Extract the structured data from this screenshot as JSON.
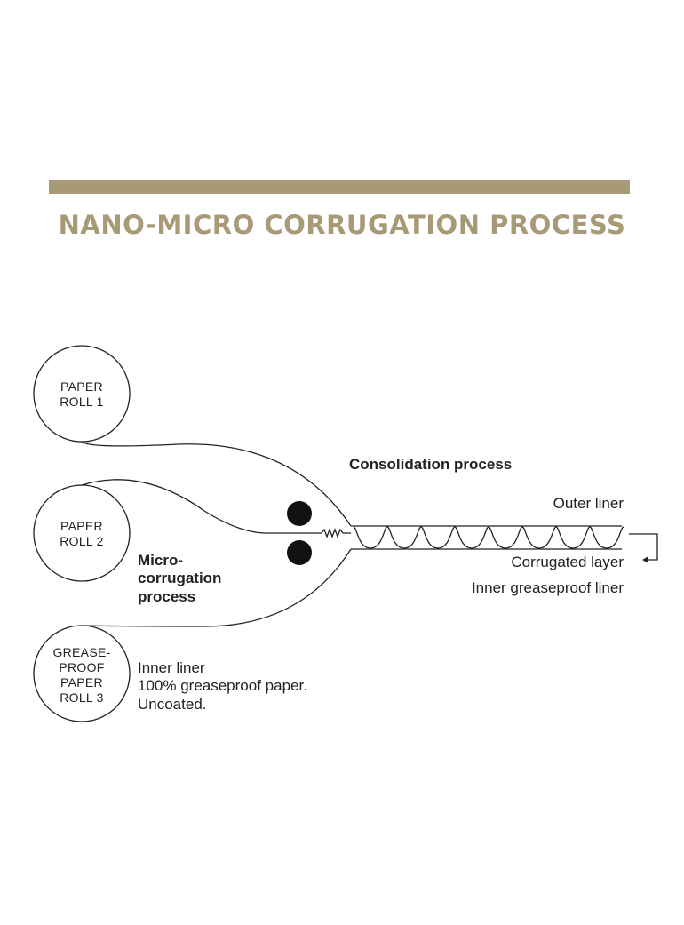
{
  "colors": {
    "accent": "#a89a76",
    "ink": "#222222"
  },
  "title": "NANO-MICRO CORRUGATION PROCESS",
  "rolls": [
    {
      "lines": [
        "PAPER",
        "ROLL 1"
      ]
    },
    {
      "lines": [
        "PAPER",
        "ROLL 2"
      ]
    },
    {
      "lines": [
        "GREASE-",
        "PROOF",
        "PAPER",
        "ROLL 3"
      ]
    }
  ],
  "labels": {
    "consolidation": "Consolidation process",
    "outer_liner": "Outer liner",
    "corrugated_layer": "Corrugated layer",
    "inner_greaseproof_liner": "Inner greaseproof liner",
    "micro": [
      "Micro-",
      "corrugation",
      "process"
    ],
    "inner_liner": [
      "Inner liner",
      "100% greaseproof paper.",
      "Uncoated."
    ]
  }
}
